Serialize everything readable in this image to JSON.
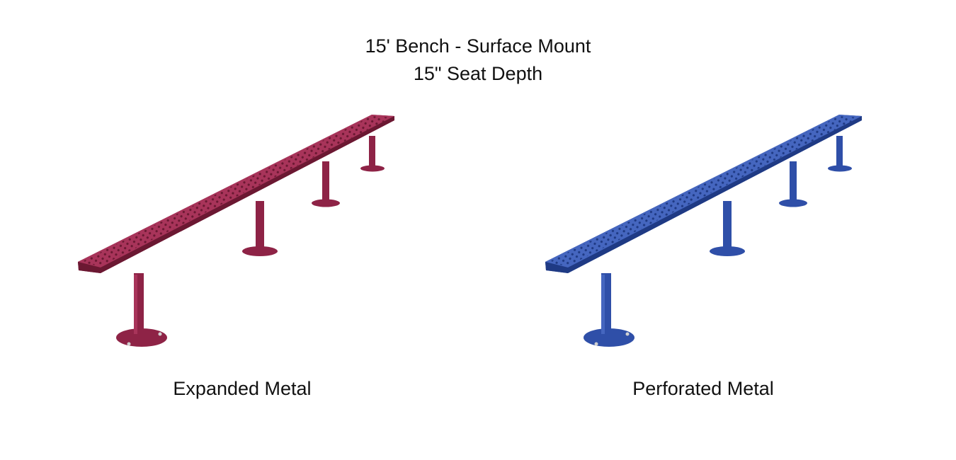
{
  "heading": {
    "line1": "15' Bench - Surface Mount",
    "line2": "15\" Seat Depth"
  },
  "products": [
    {
      "caption": "Expanded Metal",
      "color": "#8e2346",
      "color_dark": "#6b1832",
      "color_light": "#a8345a"
    },
    {
      "caption": "Perforated Metal",
      "color": "#2f4fa8",
      "color_dark": "#1f3a84",
      "color_light": "#4566bf"
    }
  ]
}
